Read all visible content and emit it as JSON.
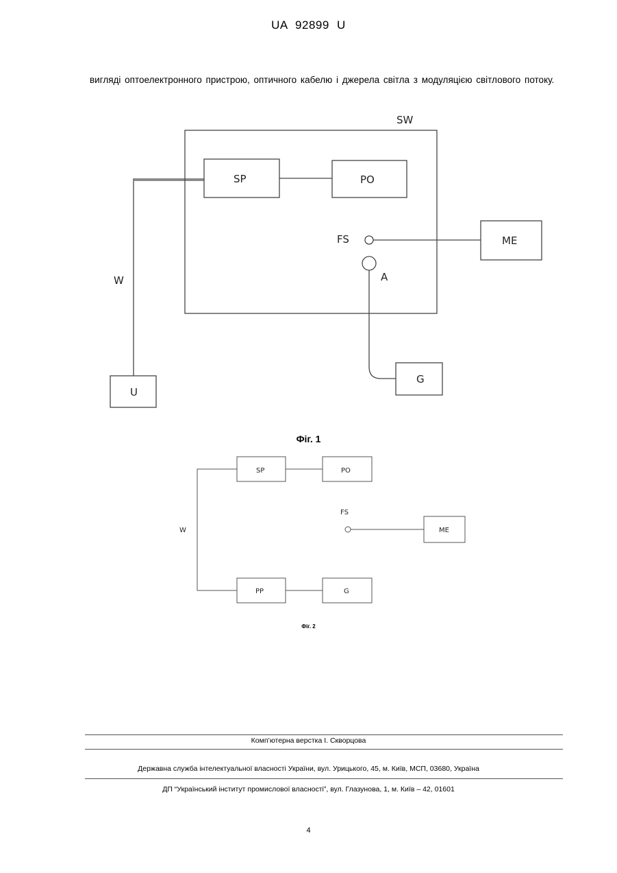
{
  "header": {
    "patent_number": "UA   92899   U"
  },
  "body_text": "вигляді оптоелектронного пристрою, оптичного кабелю і джерела світла з модуляцією світлового потоку.",
  "figure1": {
    "caption": "Фіг. 1",
    "labels": {
      "housing": "SW",
      "sp": "SP",
      "po": "PO",
      "fs": "FS",
      "me": "ME",
      "a": "A",
      "w": "W",
      "g": "G",
      "u": "U"
    }
  },
  "figure2": {
    "caption": "Фіг. 2",
    "labels": {
      "sp": "SP",
      "po": "PO",
      "fs": "FS",
      "me": "ME",
      "w": "W",
      "pp": "PP",
      "g": "G"
    }
  },
  "footer": {
    "typesetting": "Комп’ютерна верстка І. Скворцова",
    "agency": "Державна служба інтелектуальної власності України, вул. Урицького, 45, м. Київ, МСП, 03680, Україна",
    "institute": "ДП “Український інститут промислової власності”, вул. Глазунова, 1, м. Київ – 42, 01601",
    "page_number": "4"
  }
}
